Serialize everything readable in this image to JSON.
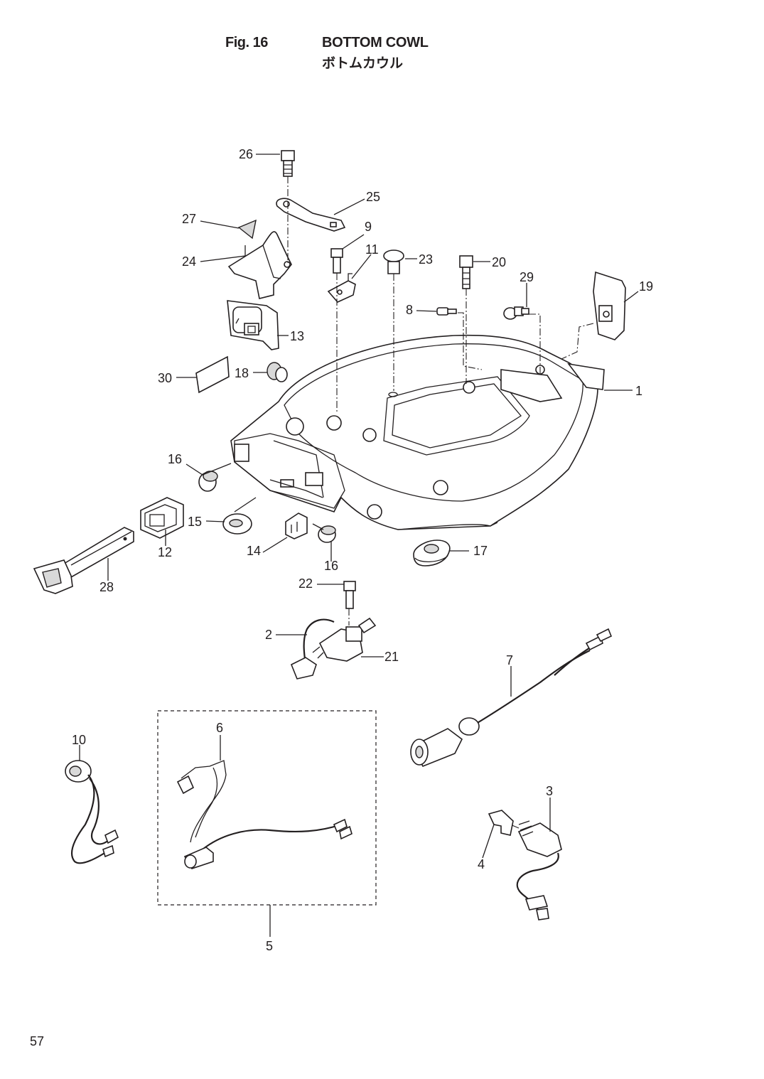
{
  "header": {
    "fig_number": "Fig. 16",
    "title": "BOTTOM COWL",
    "subtitle": "ボトムカウル"
  },
  "page_number": "57",
  "callouts": [
    {
      "part": "1"
    },
    {
      "part": "2"
    },
    {
      "part": "3"
    },
    {
      "part": "4"
    },
    {
      "part": "5"
    },
    {
      "part": "6"
    },
    {
      "part": "7"
    },
    {
      "part": "8"
    },
    {
      "part": "9"
    },
    {
      "part": "10"
    },
    {
      "part": "11"
    },
    {
      "part": "12"
    },
    {
      "part": "13"
    },
    {
      "part": "14"
    },
    {
      "part": "15"
    },
    {
      "part": "16"
    },
    {
      "part": "16"
    },
    {
      "part": "17"
    },
    {
      "part": "18"
    },
    {
      "part": "19"
    },
    {
      "part": "20"
    },
    {
      "part": "21"
    },
    {
      "part": "22"
    },
    {
      "part": "23"
    },
    {
      "part": "24"
    },
    {
      "part": "25"
    },
    {
      "part": "26"
    },
    {
      "part": "27"
    },
    {
      "part": "28"
    },
    {
      "part": "29"
    },
    {
      "part": "30"
    }
  ]
}
